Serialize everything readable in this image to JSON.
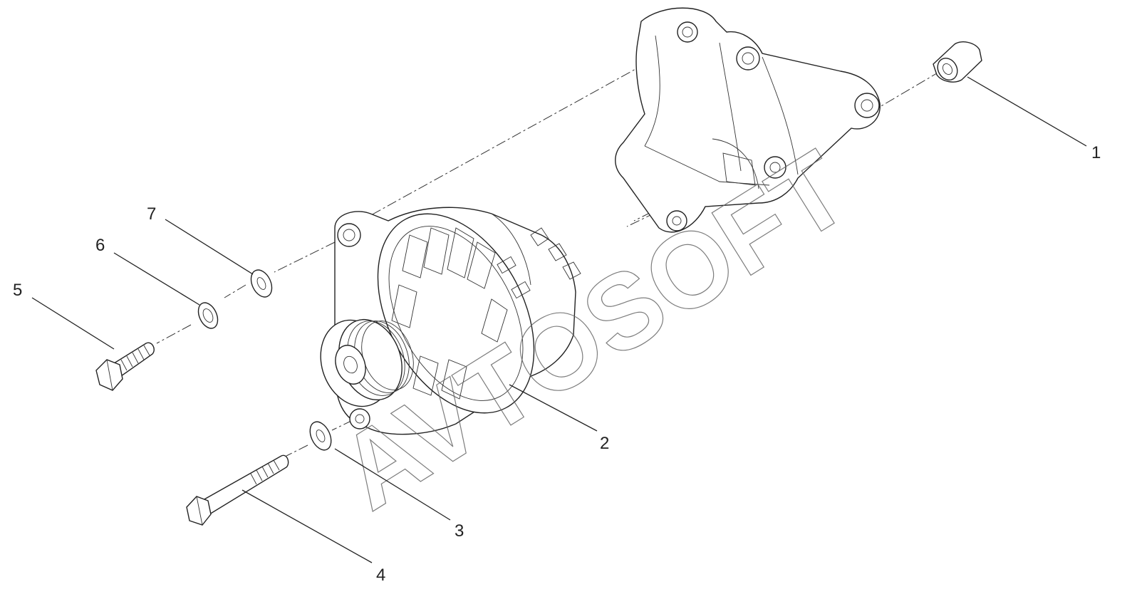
{
  "callouts": [
    {
      "id": "1",
      "label": "1"
    },
    {
      "id": "2",
      "label": "2"
    },
    {
      "id": "3",
      "label": "3"
    },
    {
      "id": "4",
      "label": "4"
    },
    {
      "id": "5",
      "label": "5"
    },
    {
      "id": "6",
      "label": "6"
    },
    {
      "id": "7",
      "label": "7"
    }
  ],
  "watermark": {
    "text": "AVTOSOFT"
  },
  "colors": {
    "line": "#222222",
    "background": "#ffffff"
  }
}
